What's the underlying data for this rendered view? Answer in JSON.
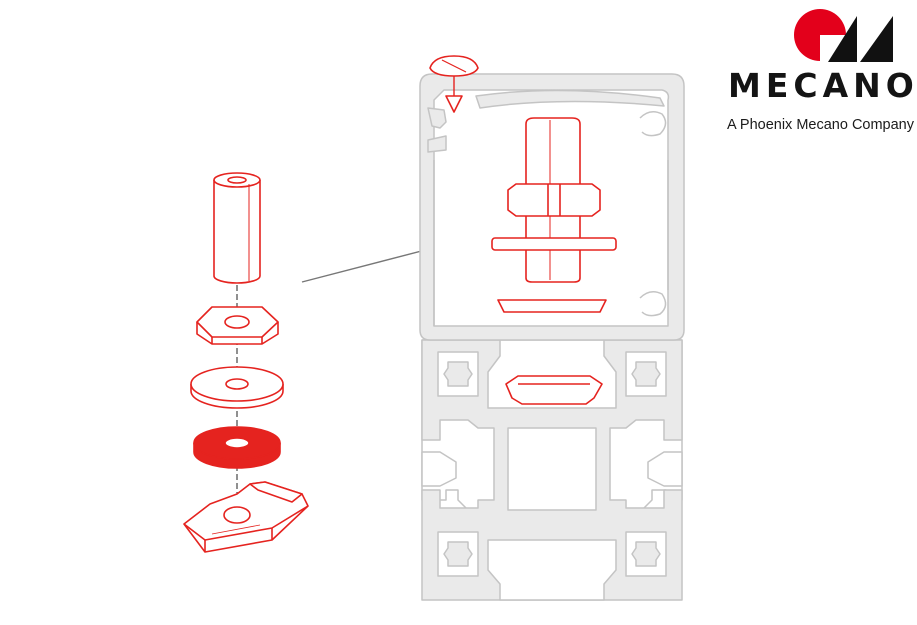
{
  "brand": {
    "name": "MECANO",
    "tagline": "A Phoenix Mecano Company",
    "logo_colors": {
      "red": "#e3001b",
      "black": "#111111"
    }
  },
  "diagram": {
    "kind": "exploded assembly illustration",
    "parts_exploded": [
      "standoff-spacer",
      "hex-nut",
      "flat-washer",
      "lock-washer",
      "t-slot-nut"
    ],
    "assembly_elements": [
      "cover-profile",
      "aluminium-profile",
      "cover-screw",
      "assembled-bolt",
      "assembled-nut",
      "assembled-washer",
      "assembled-t-slot-nut"
    ],
    "colors": {
      "highlight": "#e5231f",
      "profile_fill": "#eaeaea",
      "profile_stroke": "#c4c4c4",
      "leader_line": "#777777"
    }
  }
}
